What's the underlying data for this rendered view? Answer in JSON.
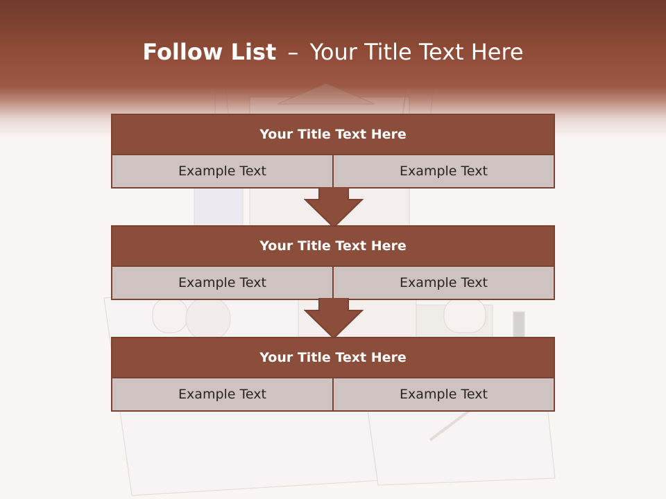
{
  "slide": {
    "title_bold": "Follow List",
    "title_dash": "–",
    "title_rest": "Your Title Text Here"
  },
  "colors": {
    "header_dark": "#6e3a2a",
    "header_mid": "#9b5945",
    "block_title": "#8b4e3b",
    "block_border": "#7a4230",
    "cell_bg": "#cfc3c1"
  },
  "blocks": [
    {
      "title": "Your Title Text Here",
      "left": "Example Text",
      "right": "Example Text"
    },
    {
      "title": "Your Title Text Here",
      "left": "Example Text",
      "right": "Example Text"
    },
    {
      "title": "Your Title Text Here",
      "left": "Example Text",
      "right": "Example Text"
    }
  ],
  "icons": [
    "down-arrow-icon"
  ]
}
